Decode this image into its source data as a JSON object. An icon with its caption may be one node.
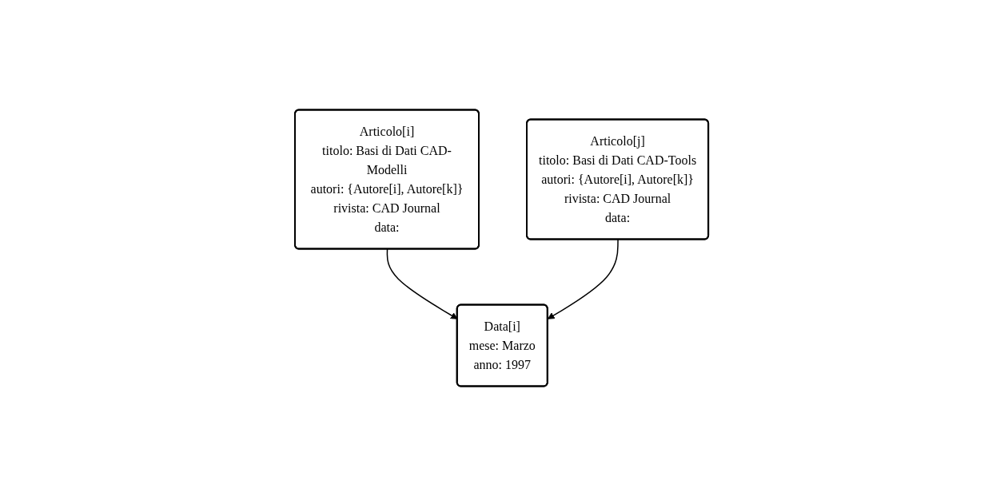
{
  "diagram": {
    "nodes": [
      {
        "text": [
          "Articolo[i]",
          "titolo: Basi di Dati CAD-Modelli",
          "autori: {Autore[i], Autore[k]}",
          "rivista: CAD Journal",
          "data:"
        ]
      },
      {
        "text": [
          "Articolo[j]",
          "titolo: Basi di Dati CAD-Tools",
          "autori: {Autore[i], Autore[k]}",
          "rivista: CAD Journal",
          "data:"
        ]
      },
      {
        "text": [
          "Data[i]",
          "mese: Marzo",
          "anno: 1997"
        ]
      }
    ],
    "edges": [
      {
        "from": 0,
        "to": 2,
        "arrow": "to"
      },
      {
        "from": 1,
        "to": 2,
        "arrow": "to"
      }
    ]
  }
}
